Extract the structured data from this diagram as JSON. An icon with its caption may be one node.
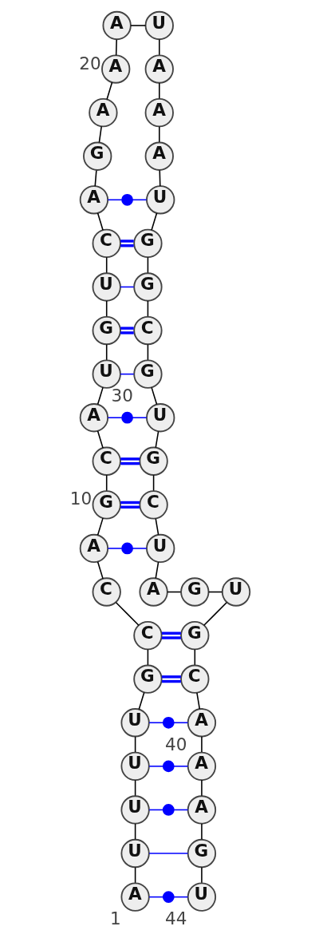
{
  "diagram": {
    "nodes": [
      {
        "text": [
          "A"
        ],
        "beside": [
          "1"
        ]
      },
      {
        "text": [
          "U"
        ]
      },
      {
        "text": [
          "U"
        ]
      },
      {
        "text": [
          "U"
        ]
      },
      {
        "text": [
          "U"
        ]
      },
      {
        "text": [
          "G"
        ]
      },
      {
        "text": [
          "C"
        ]
      },
      {
        "text": [
          "C"
        ]
      },
      {
        "text": [
          "A"
        ]
      },
      {
        "text": [
          "G"
        ],
        "beside": [
          "10"
        ]
      },
      {
        "text": [
          "C"
        ]
      },
      {
        "text": [
          "A"
        ]
      },
      {
        "text": [
          "U"
        ]
      },
      {
        "text": [
          "G"
        ]
      },
      {
        "text": [
          "U"
        ]
      },
      {
        "text": [
          "C"
        ]
      },
      {
        "text": [
          "A"
        ]
      },
      {
        "text": [
          "G"
        ]
      },
      {
        "text": [
          "A"
        ]
      },
      {
        "text": [
          "A"
        ],
        "beside": [
          "20"
        ]
      },
      {
        "text": [
          "A"
        ]
      },
      {
        "text": [
          "U"
        ]
      },
      {
        "text": [
          "A"
        ]
      },
      {
        "text": [
          "A"
        ]
      },
      {
        "text": [
          "A"
        ]
      },
      {
        "text": [
          "U"
        ]
      },
      {
        "text": [
          "G"
        ]
      },
      {
        "text": [
          "G"
        ]
      },
      {
        "text": [
          "C"
        ]
      },
      {
        "text": [
          "G"
        ],
        "beside": [
          "30"
        ]
      },
      {
        "text": [
          "U"
        ]
      },
      {
        "text": [
          "G"
        ]
      },
      {
        "text": [
          "C"
        ]
      },
      {
        "text": [
          "U"
        ]
      },
      {
        "text": [
          "A"
        ]
      },
      {
        "text": [
          "G"
        ]
      },
      {
        "text": [
          "U"
        ]
      },
      {
        "text": [
          "G"
        ]
      },
      {
        "text": [
          "C"
        ]
      },
      {
        "text": [
          "A"
        ],
        "beside": [
          "40"
        ]
      },
      {
        "text": [
          "A"
        ]
      },
      {
        "text": [
          "A"
        ]
      },
      {
        "text": [
          "G"
        ]
      },
      {
        "text": [
          "U"
        ],
        "beside": [
          "44"
        ]
      },
      {
        "text": [],
        "shape": "circle"
      },
      {
        "text": [],
        "shape": "circle"
      },
      {
        "text": [],
        "shape": "circle"
      },
      {
        "text": [],
        "shape": "circle"
      },
      {
        "text": [],
        "shape": "circle"
      },
      {
        "text": [],
        "shape": "circle"
      },
      {
        "text": [],
        "shape": "circle"
      }
    ],
    "edges": [
      {
        "from": 0,
        "to": 1,
        "arrow": "none"
      },
      {
        "from": 1,
        "to": 2,
        "arrow": "none"
      },
      {
        "from": 2,
        "to": 3,
        "arrow": "none"
      },
      {
        "from": 3,
        "to": 4,
        "arrow": "none"
      },
      {
        "from": 4,
        "to": 5,
        "arrow": "none"
      },
      {
        "from": 5,
        "to": 6,
        "arrow": "none"
      },
      {
        "from": 6,
        "to": 7,
        "arrow": "none"
      },
      {
        "from": 7,
        "to": 8,
        "arrow": "none"
      },
      {
        "from": 8,
        "to": 9,
        "arrow": "none"
      },
      {
        "from": 9,
        "to": 10,
        "arrow": "none"
      },
      {
        "from": 10,
        "to": 11,
        "arrow": "none"
      },
      {
        "from": 11,
        "to": 12,
        "arrow": "none"
      },
      {
        "from": 12,
        "to": 13,
        "arrow": "none"
      },
      {
        "from": 13,
        "to": 14,
        "arrow": "none"
      },
      {
        "from": 14,
        "to": 15,
        "arrow": "none"
      },
      {
        "from": 15,
        "to": 16,
        "arrow": "none"
      },
      {
        "from": 16,
        "to": 17,
        "arrow": "none"
      },
      {
        "from": 17,
        "to": 18,
        "arrow": "none"
      },
      {
        "from": 18,
        "to": 19,
        "arrow": "none"
      },
      {
        "from": 19,
        "to": 20,
        "arrow": "none"
      },
      {
        "from": 20,
        "to": 21,
        "arrow": "none"
      },
      {
        "from": 21,
        "to": 22,
        "arrow": "none"
      },
      {
        "from": 22,
        "to": 23,
        "arrow": "none"
      },
      {
        "from": 23,
        "to": 24,
        "arrow": "none"
      },
      {
        "from": 24,
        "to": 25,
        "arrow": "none"
      },
      {
        "from": 25,
        "to": 26,
        "arrow": "none"
      },
      {
        "from": 26,
        "to": 27,
        "arrow": "none"
      },
      {
        "from": 27,
        "to": 28,
        "arrow": "none"
      },
      {
        "from": 28,
        "to": 29,
        "arrow": "none"
      },
      {
        "from": 29,
        "to": 30,
        "arrow": "none"
      },
      {
        "from": 30,
        "to": 31,
        "arrow": "none"
      },
      {
        "from": 31,
        "to": 32,
        "arrow": "none"
      },
      {
        "from": 32,
        "to": 33,
        "arrow": "none"
      },
      {
        "from": 33,
        "to": 34,
        "arrow": "none"
      },
      {
        "from": 34,
        "to": 35,
        "arrow": "none"
      },
      {
        "from": 35,
        "to": 36,
        "arrow": "none"
      },
      {
        "from": 36,
        "to": 37,
        "arrow": "none"
      },
      {
        "from": 37,
        "to": 38,
        "arrow": "none"
      },
      {
        "from": 38,
        "to": 39,
        "arrow": "none"
      },
      {
        "from": 39,
        "to": 40,
        "arrow": "none"
      },
      {
        "from": 40,
        "to": 41,
        "arrow": "none"
      },
      {
        "from": 41,
        "to": 42,
        "arrow": "none"
      },
      {
        "from": 42,
        "to": 43,
        "arrow": "none"
      },
      {
        "from": 16,
        "to": 44,
        "arrow": "none",
        "color": "#0000ff"
      },
      {
        "from": 44,
        "to": 25,
        "arrow": "none",
        "color": "#0000ff"
      },
      {
        "from": 15,
        "to": 26,
        "arrow": "none",
        "color": "#0000ff",
        "style": "thick"
      },
      {
        "from": 14,
        "to": 27,
        "arrow": "none",
        "color": "#0000ff"
      },
      {
        "from": 13,
        "to": 28,
        "arrow": "none",
        "color": "#0000ff",
        "style": "thick"
      },
      {
        "from": 12,
        "to": 29,
        "arrow": "none",
        "color": "#0000ff"
      },
      {
        "from": 11,
        "to": 45,
        "arrow": "none",
        "color": "#0000ff"
      },
      {
        "from": 45,
        "to": 30,
        "arrow": "none",
        "color": "#0000ff"
      },
      {
        "from": 10,
        "to": 31,
        "arrow": "none",
        "color": "#0000ff",
        "style": "thick"
      },
      {
        "from": 9,
        "to": 32,
        "arrow": "none",
        "color": "#0000ff",
        "style": "thick"
      },
      {
        "from": 8,
        "to": 46,
        "arrow": "none",
        "color": "#0000ff"
      },
      {
        "from": 46,
        "to": 33,
        "arrow": "none",
        "color": "#0000ff"
      },
      {
        "from": 6,
        "to": 37,
        "arrow": "none",
        "color": "#0000ff",
        "style": "thick"
      },
      {
        "from": 5,
        "to": 38,
        "arrow": "none",
        "color": "#0000ff",
        "style": "thick"
      },
      {
        "from": 4,
        "to": 47,
        "arrow": "none",
        "color": "#0000ff"
      },
      {
        "from": 47,
        "to": 39,
        "arrow": "none",
        "color": "#0000ff"
      },
      {
        "from": 3,
        "to": 48,
        "arrow": "none",
        "color": "#0000ff"
      },
      {
        "from": 48,
        "to": 40,
        "arrow": "none",
        "color": "#0000ff"
      },
      {
        "from": 2,
        "to": 49,
        "arrow": "none",
        "color": "#0000ff"
      },
      {
        "from": 49,
        "to": 41,
        "arrow": "none",
        "color": "#0000ff"
      },
      {
        "from": 1,
        "to": 42,
        "arrow": "none",
        "color": "#0000ff"
      },
      {
        "from": 0,
        "to": 50,
        "arrow": "none",
        "color": "#0000ff"
      },
      {
        "from": 50,
        "to": 43,
        "arrow": "none",
        "color": "#0000ff"
      }
    ]
  }
}
